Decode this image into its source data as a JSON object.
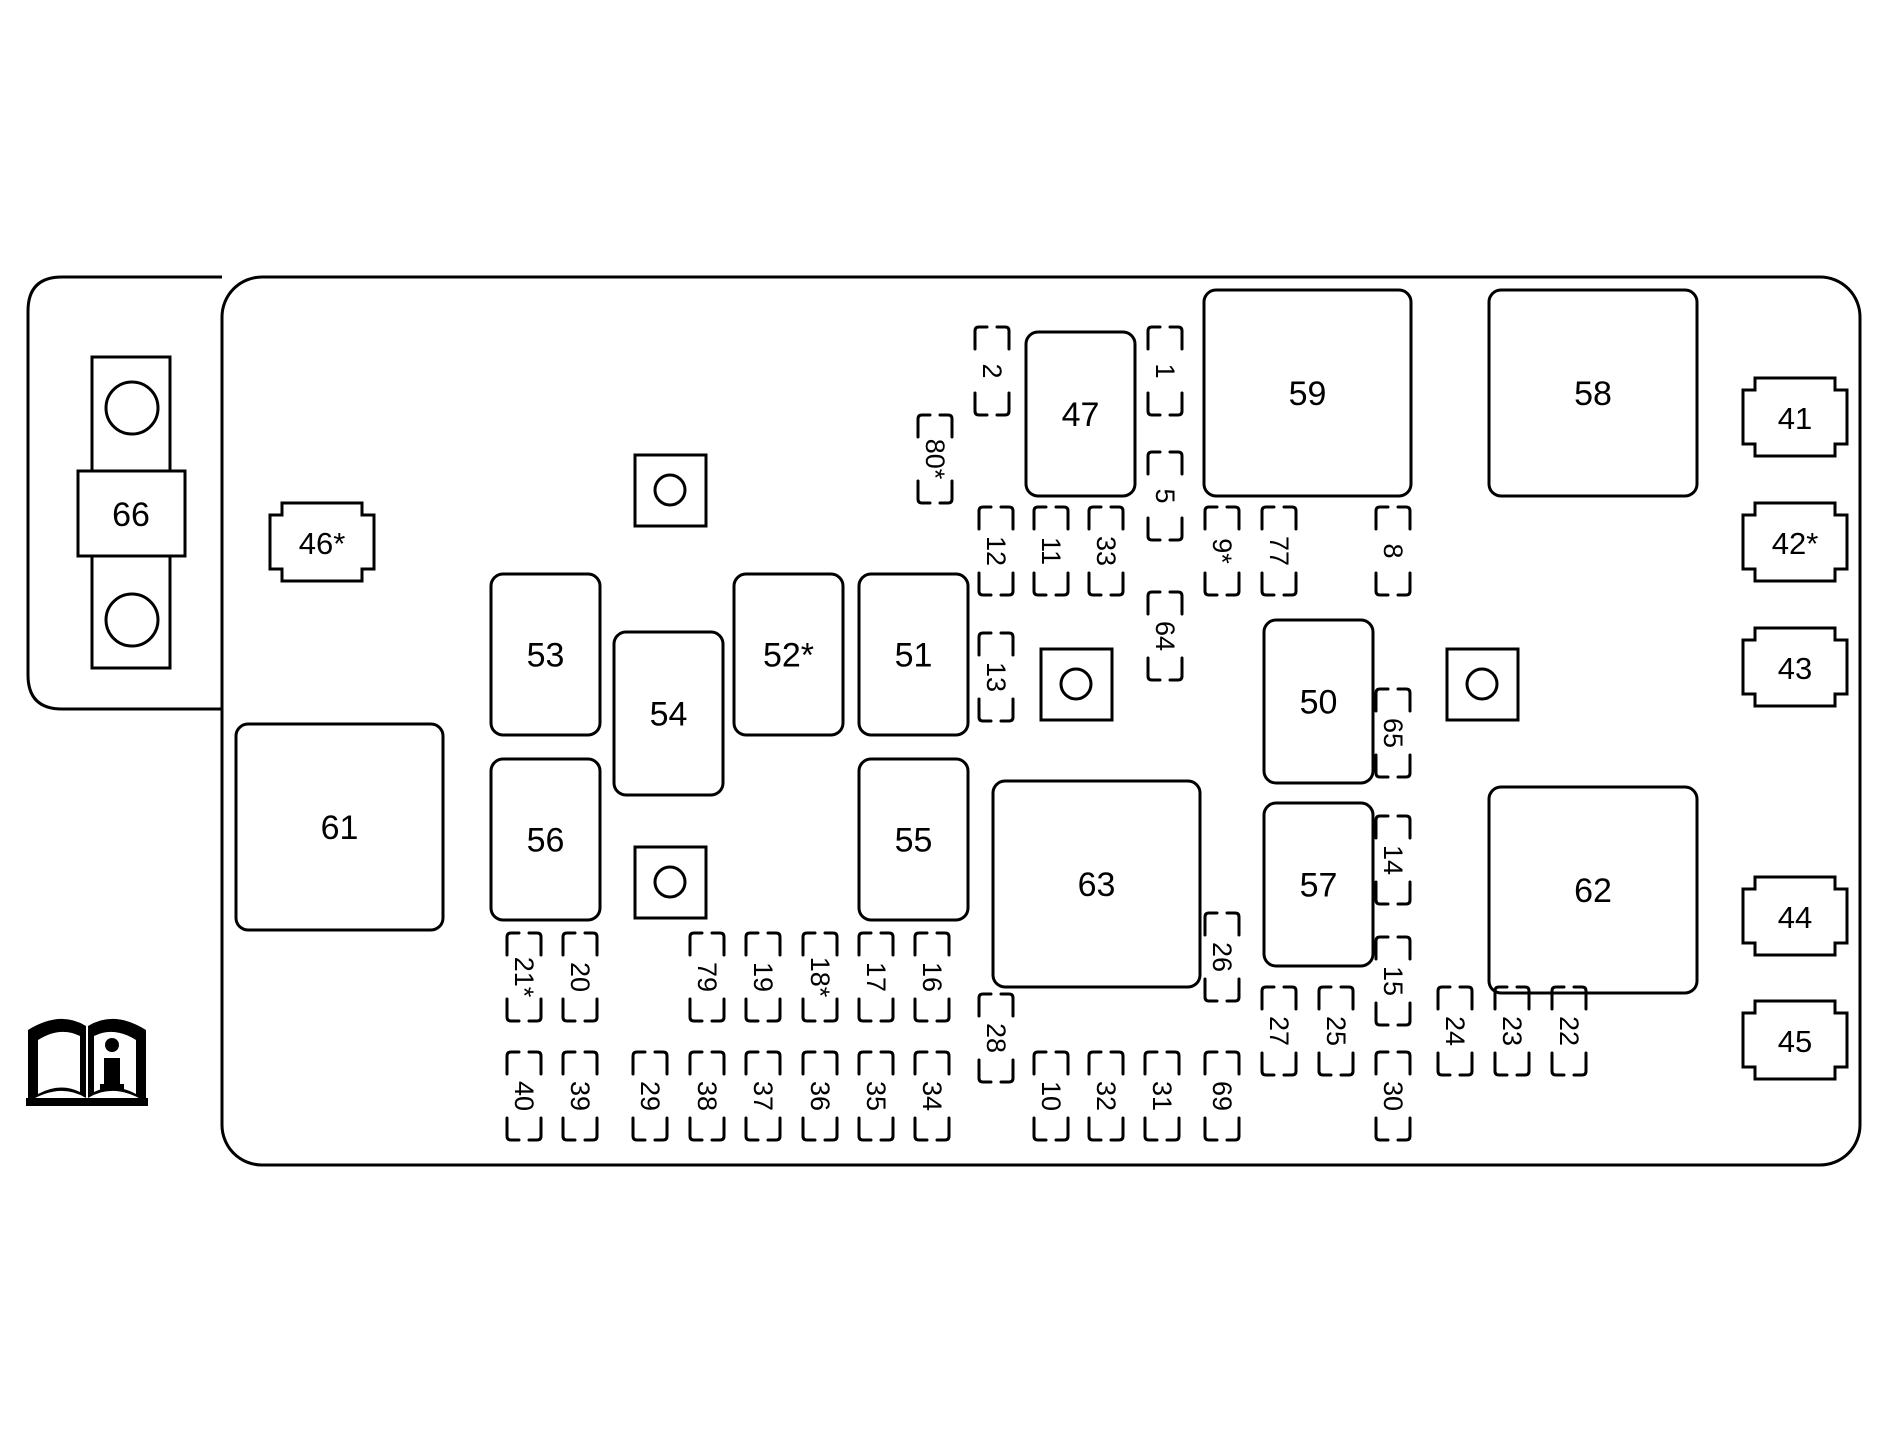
{
  "large_relays": [
    "47",
    "59",
    "58",
    "61",
    "63",
    "62"
  ],
  "mini_relays": [
    "53",
    "54",
    "52*",
    "51",
    "56",
    "55",
    "50",
    "57"
  ],
  "maxi_fuses": [
    "41",
    "42*",
    "43",
    "44",
    "45",
    "46*"
  ],
  "mega_fuse": "66",
  "mini_fuses": [
    "1",
    "2",
    "5",
    "8",
    "9*",
    "10",
    "11",
    "12",
    "13",
    "14",
    "15",
    "16",
    "17",
    "18*",
    "19",
    "20",
    "21*",
    "22",
    "23",
    "24",
    "25",
    "26",
    "27",
    "28",
    "29",
    "30",
    "31",
    "32",
    "33",
    "34",
    "35",
    "36",
    "37",
    "38",
    "39",
    "40",
    "64",
    "65",
    "69",
    "77",
    "79",
    "80*"
  ],
  "icons": {
    "manual": "owners-manual-info-icon",
    "mount": "mounting-hole-icon"
  }
}
